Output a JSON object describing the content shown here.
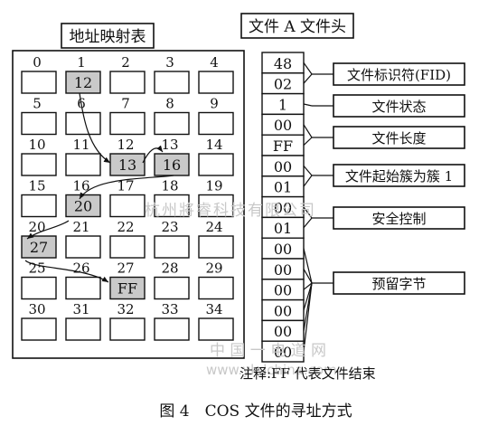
{
  "map_title": "地址映射表",
  "header_title": "文件 A 文件头",
  "grid": [
    [
      {
        "n": "0",
        "v": ""
      },
      {
        "n": "1",
        "v": "12",
        "hl": true
      },
      {
        "n": "2",
        "v": ""
      },
      {
        "n": "3",
        "v": ""
      },
      {
        "n": "4",
        "v": ""
      }
    ],
    [
      {
        "n": "5",
        "v": ""
      },
      {
        "n": "6",
        "v": ""
      },
      {
        "n": "7",
        "v": ""
      },
      {
        "n": "8",
        "v": ""
      },
      {
        "n": "9",
        "v": ""
      }
    ],
    [
      {
        "n": "10",
        "v": ""
      },
      {
        "n": "11",
        "v": ""
      },
      {
        "n": "12",
        "v": "13",
        "hl": true
      },
      {
        "n": "13",
        "v": "16",
        "hl": true
      },
      {
        "n": "14",
        "v": ""
      }
    ],
    [
      {
        "n": "15",
        "v": ""
      },
      {
        "n": "16",
        "v": "20",
        "hl": true
      },
      {
        "n": "17",
        "v": ""
      },
      {
        "n": "18",
        "v": ""
      },
      {
        "n": "19",
        "v": ""
      }
    ],
    [
      {
        "n": "20",
        "v": "27",
        "hl": true
      },
      {
        "n": "21",
        "v": ""
      },
      {
        "n": "22",
        "v": ""
      },
      {
        "n": "23",
        "v": ""
      },
      {
        "n": "24",
        "v": ""
      }
    ],
    [
      {
        "n": "25",
        "v": ""
      },
      {
        "n": "26",
        "v": ""
      },
      {
        "n": "27",
        "v": "FF",
        "hl": true
      },
      {
        "n": "28",
        "v": ""
      },
      {
        "n": "29",
        "v": ""
      }
    ],
    [
      {
        "n": "30",
        "v": ""
      },
      {
        "n": "31",
        "v": ""
      },
      {
        "n": "32",
        "v": ""
      },
      {
        "n": "33",
        "v": ""
      },
      {
        "n": "34",
        "v": ""
      }
    ]
  ],
  "header_bytes": [
    "48",
    "02",
    "1",
    "00",
    "FF",
    "00",
    "01",
    "00",
    "01",
    "00",
    "00",
    "00",
    "00",
    "00",
    "00"
  ],
  "annotations": [
    {
      "label": "文件标识符(FID)",
      "rows": [
        0,
        1
      ]
    },
    {
      "label": "文件状态",
      "rows": [
        2
      ]
    },
    {
      "label": "文件长度",
      "rows": [
        3,
        4
      ]
    },
    {
      "label": "文件起始簇为簇 1",
      "rows": [
        5,
        6
      ]
    },
    {
      "label": "安全控制",
      "rows": [
        7,
        8
      ]
    },
    {
      "label": "预留字节",
      "rows": [
        9,
        10,
        11,
        12,
        13,
        14
      ]
    }
  ],
  "note": "注释:FF 代表文件结束",
  "caption": "图 4　COS 文件的寻址方式",
  "watermark_top": "杭州將睿科技有限公司",
  "watermark_bottom_1": "中 国 一 电 道 网",
  "watermark_bottom_2": "www.ykdchina.com"
}
